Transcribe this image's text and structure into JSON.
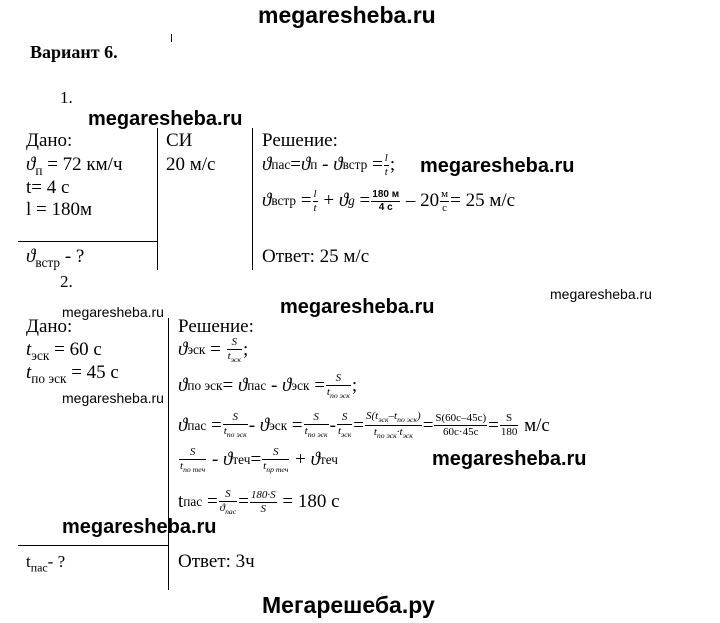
{
  "header": {
    "watermark_top": "megaresheba.ru"
  },
  "variant_title": "Вариант 6.",
  "task1": {
    "number": "1.",
    "given_label": "Дано:",
    "given_v_sub": "п",
    "given_v_rest": " = 72 км/ч",
    "given_t": "t= 4 с",
    "given_l": "l = 180м",
    "find_sub": "встр",
    "find_rest": " - ?",
    "si_label": "СИ",
    "si_value": "20 м/с",
    "solution_label": "Решение:",
    "eq1": {
      "sub1": "пас",
      "sub2": "п",
      "sub3": "встр",
      "frac_num": "l",
      "frac_den": "t"
    },
    "eq2": {
      "sub1": "встр",
      "frac1_num": "l",
      "frac1_den": "t",
      "sub2": "g",
      "frac2_num": "180 м",
      "frac2_den": "4 с",
      "minus": "– 20",
      "frac3_num": "м",
      "frac3_den": "с",
      "result": "= 25 м/с"
    },
    "answer": "Ответ: 25 м/с"
  },
  "task2": {
    "number": "2.",
    "given_label": "Дано:",
    "given_t1_sub": "эск",
    "given_t1_rest": " = 60 с",
    "given_t2_sub": "по эск",
    "given_t2_rest": " = 45 с",
    "find_main": "t",
    "find_sub": "пас",
    "find_rest": "- ?",
    "solution_label": "Решение:",
    "eq1": {
      "sub": "эск",
      "frac_num": "S",
      "frac_den": "t",
      "frac_den_sub": "эск"
    },
    "eq2": {
      "sub1": "по эск",
      "sub2": "пас",
      "sub3": "эск",
      "frac_num": "S",
      "frac_den": "t",
      "frac_den_sub": "по эск"
    },
    "eq3": {
      "sub1": "пас",
      "sub2": "эск",
      "f1_num": "S",
      "f1_den_sub": "по эск",
      "f2_num": "S",
      "f2_den_sub": "по эск",
      "f3_num": "S",
      "f3_den_sub": "эск",
      "f4_num": "S(t",
      "f4_num_sub1": "эск",
      "f4_num_mid": "–t",
      "f4_num_sub2": "по эск",
      "f4_num_end": ")",
      "f4_den": "t",
      "f4_den_sub1": "по эск",
      "f4_den_mid": "·t",
      "f4_den_sub2": "эск",
      "f5_num": "S(60с–45с)",
      "f5_den": "60с·45с",
      "f6_num": "S",
      "f6_den": "180",
      "unit": "м/с"
    },
    "eq4": {
      "f1_num": "S",
      "f1_den_sub": "по теч",
      "sub": "теч",
      "f2_num": "S",
      "f2_den_sub": "пр теч",
      "sub2": "теч"
    },
    "eq5": {
      "sub": "пас",
      "f1_num": "S",
      "f1_den_sub": "пас",
      "f2_num": "180·S",
      "f2_den": "S",
      "result": "= 180 с"
    },
    "answer": "Ответ: 3ч"
  },
  "watermarks": {
    "w1": "megaresheba.ru",
    "w2": "megaresheba.ru",
    "w3": "megaresheba.ru",
    "w4": "megaresheba.ru",
    "w5": "megaresheba.ru",
    "w6": "megaresheba.ru",
    "w7": "megaresheba.ru",
    "w8": "megaresheba.ru"
  },
  "footer": {
    "watermark_bottom": "Мегарешеба.ру"
  }
}
